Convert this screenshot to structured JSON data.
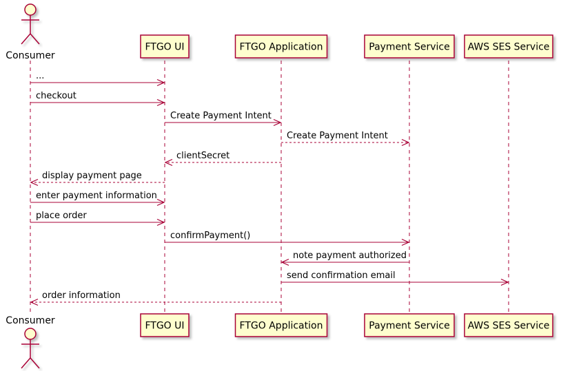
{
  "diagram": {
    "type": "sequence",
    "colors": {
      "participant_fill": "#FEFECE",
      "participant_border": "#A80036",
      "arrow": "#A80036",
      "lifeline": "#A80036"
    },
    "participants": [
      {
        "id": "consumer",
        "label": "Consumer",
        "kind": "actor"
      },
      {
        "id": "ftgo_ui",
        "label": "FTGO UI",
        "kind": "participant"
      },
      {
        "id": "ftgo_app",
        "label": "FTGO Application",
        "kind": "participant"
      },
      {
        "id": "payment",
        "label": "Payment Service",
        "kind": "participant"
      },
      {
        "id": "ses",
        "label": "AWS SES Service",
        "kind": "participant"
      }
    ],
    "messages": [
      {
        "from": "consumer",
        "to": "ftgo_ui",
        "label": "...",
        "style": "solid"
      },
      {
        "from": "consumer",
        "to": "ftgo_ui",
        "label": "checkout",
        "style": "solid"
      },
      {
        "from": "ftgo_ui",
        "to": "ftgo_app",
        "label": "Create Payment Intent",
        "style": "solid"
      },
      {
        "from": "ftgo_app",
        "to": "payment",
        "label": "Create Payment Intent",
        "style": "dashed"
      },
      {
        "from": "ftgo_app",
        "to": "ftgo_ui",
        "label": "clientSecret",
        "style": "dashed"
      },
      {
        "from": "ftgo_ui",
        "to": "consumer",
        "label": "display payment page",
        "style": "dashed"
      },
      {
        "from": "consumer",
        "to": "ftgo_ui",
        "label": "enter payment information",
        "style": "solid"
      },
      {
        "from": "consumer",
        "to": "ftgo_ui",
        "label": "place order",
        "style": "solid"
      },
      {
        "from": "ftgo_ui",
        "to": "payment",
        "label": "confirmPayment()",
        "style": "solid"
      },
      {
        "from": "payment",
        "to": "ftgo_app",
        "label": "note payment authorized",
        "style": "solid"
      },
      {
        "from": "ftgo_app",
        "to": "ses",
        "label": "send confirmation email",
        "style": "solid"
      },
      {
        "from": "ftgo_app",
        "to": "consumer",
        "label": "order information",
        "style": "dashed"
      }
    ]
  }
}
